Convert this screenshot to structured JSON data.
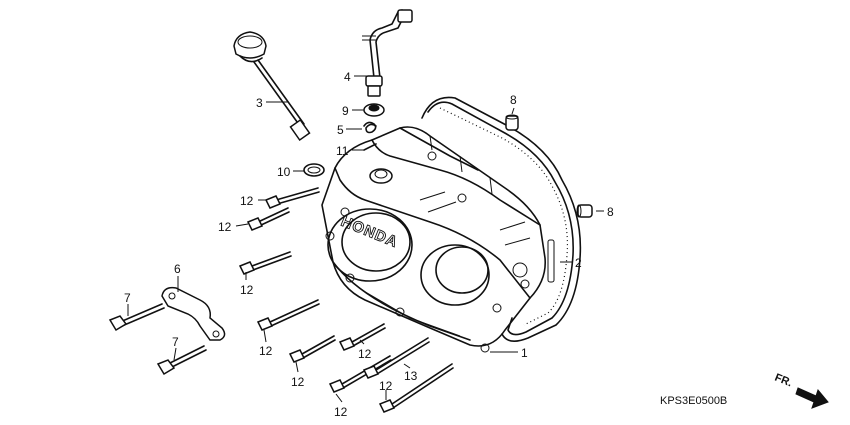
{
  "diagram": {
    "brand_mark": "HONDA",
    "figure_code": "KPS3E0500B",
    "direction_label": "FR.",
    "callouts": {
      "c1": "1",
      "c2": "2",
      "c3": "3",
      "c4": "4",
      "c5": "5",
      "c6": "6",
      "c7a": "7",
      "c7b": "7",
      "c8a": "8",
      "c8b": "8",
      "c9": "9",
      "c10": "10",
      "c11": "11",
      "c12a": "12",
      "c12b": "12",
      "c12c": "12",
      "c12d": "12",
      "c12e": "12",
      "c12f": "12",
      "c12g": "12",
      "c12h": "12",
      "c13": "13"
    }
  }
}
